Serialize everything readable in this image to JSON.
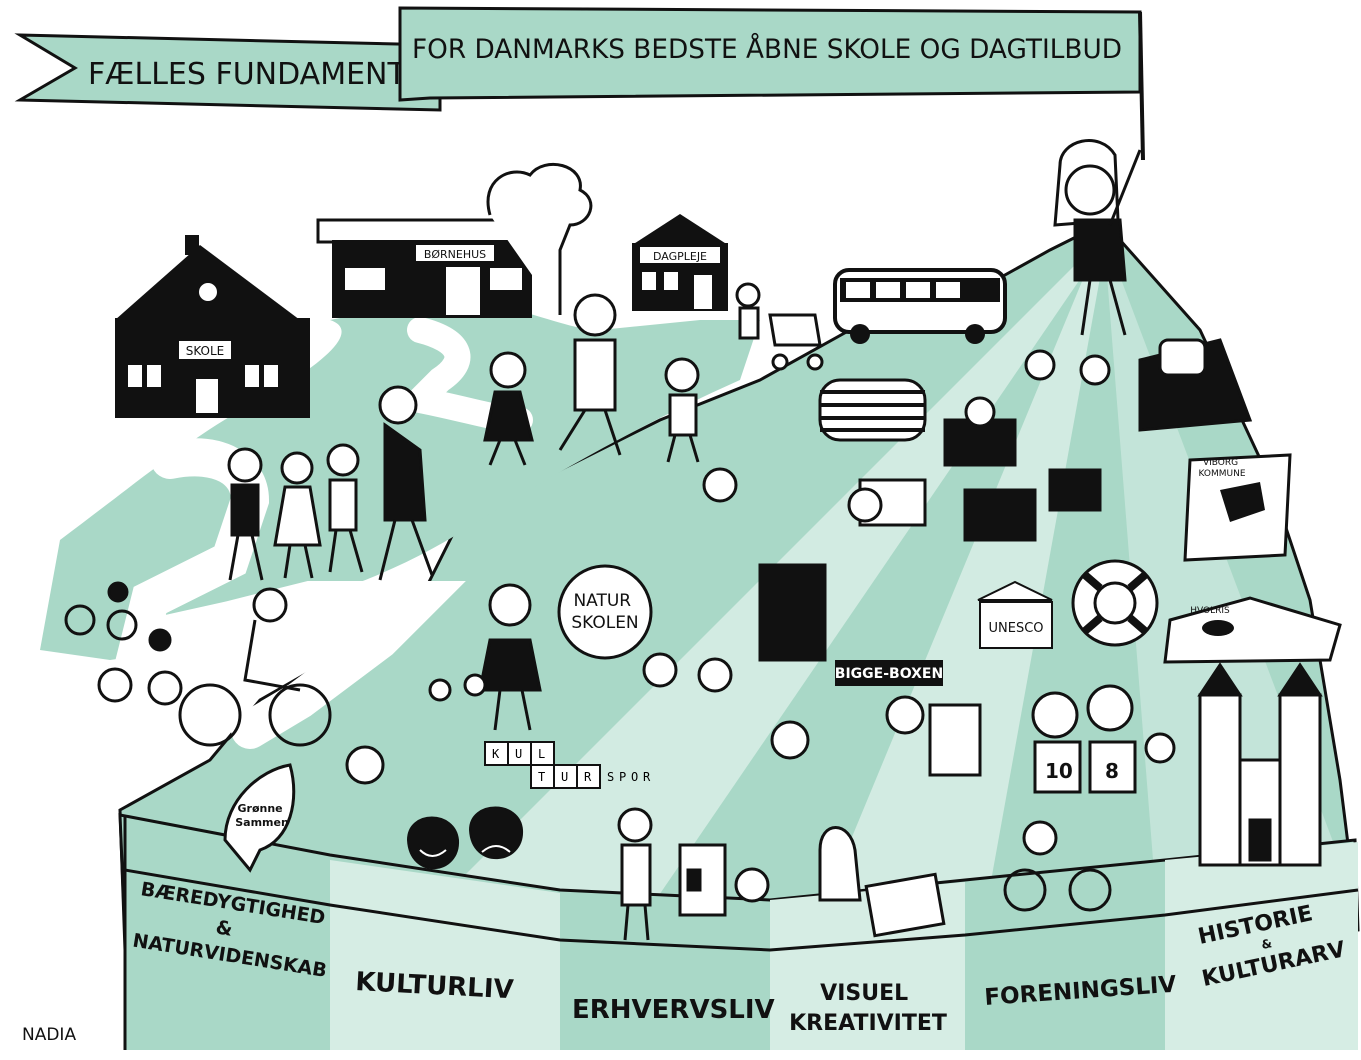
{
  "banner": {
    "left_text": "FÆLLES FUNDAMENT",
    "right_text": "FOR DANMARKS BEDSTE ÅBNE SKOLE OG DAGTILBUD"
  },
  "buildings": {
    "skole": "SKOLE",
    "boernehus": "BØRNEHUS",
    "dagpleje": "DAGPLEJE"
  },
  "labels": {
    "naturskolen": [
      "NATUR",
      "SKOLEN"
    ],
    "kulturspor": [
      "K",
      "U",
      "L",
      "T",
      "U",
      "R",
      "S",
      "P",
      "O",
      "R"
    ],
    "bigge_boxen": "BIGGE-BOXEN",
    "unesco": "UNESCO",
    "viborg_kommune": [
      "VIBORG",
      "KOMMUNE"
    ],
    "hvolris": "HVOLRIS",
    "groenne_sammen": [
      "Grønne",
      "Sammen"
    ],
    "jersey_10": "10",
    "jersey_8": "8"
  },
  "categories": [
    {
      "lines": [
        "BÆREDYGTIGHED",
        "&",
        "NATURVIDENSKAB"
      ]
    },
    {
      "lines": [
        "KULTURLIV"
      ]
    },
    {
      "lines": [
        "ERHVERVSLIV"
      ]
    },
    {
      "lines": [
        "VISUEL",
        "KREATIVITET"
      ]
    },
    {
      "lines": [
        "FORENINGSLIV"
      ]
    },
    {
      "lines": [
        "HISTORIE",
        "&",
        "KULTURARV"
      ]
    }
  ],
  "signature": "NADIA",
  "colors": {
    "mint": "#a9d8c7",
    "mint_light": "#d6ede4",
    "ink": "#111111",
    "paper": "#ffffff"
  }
}
